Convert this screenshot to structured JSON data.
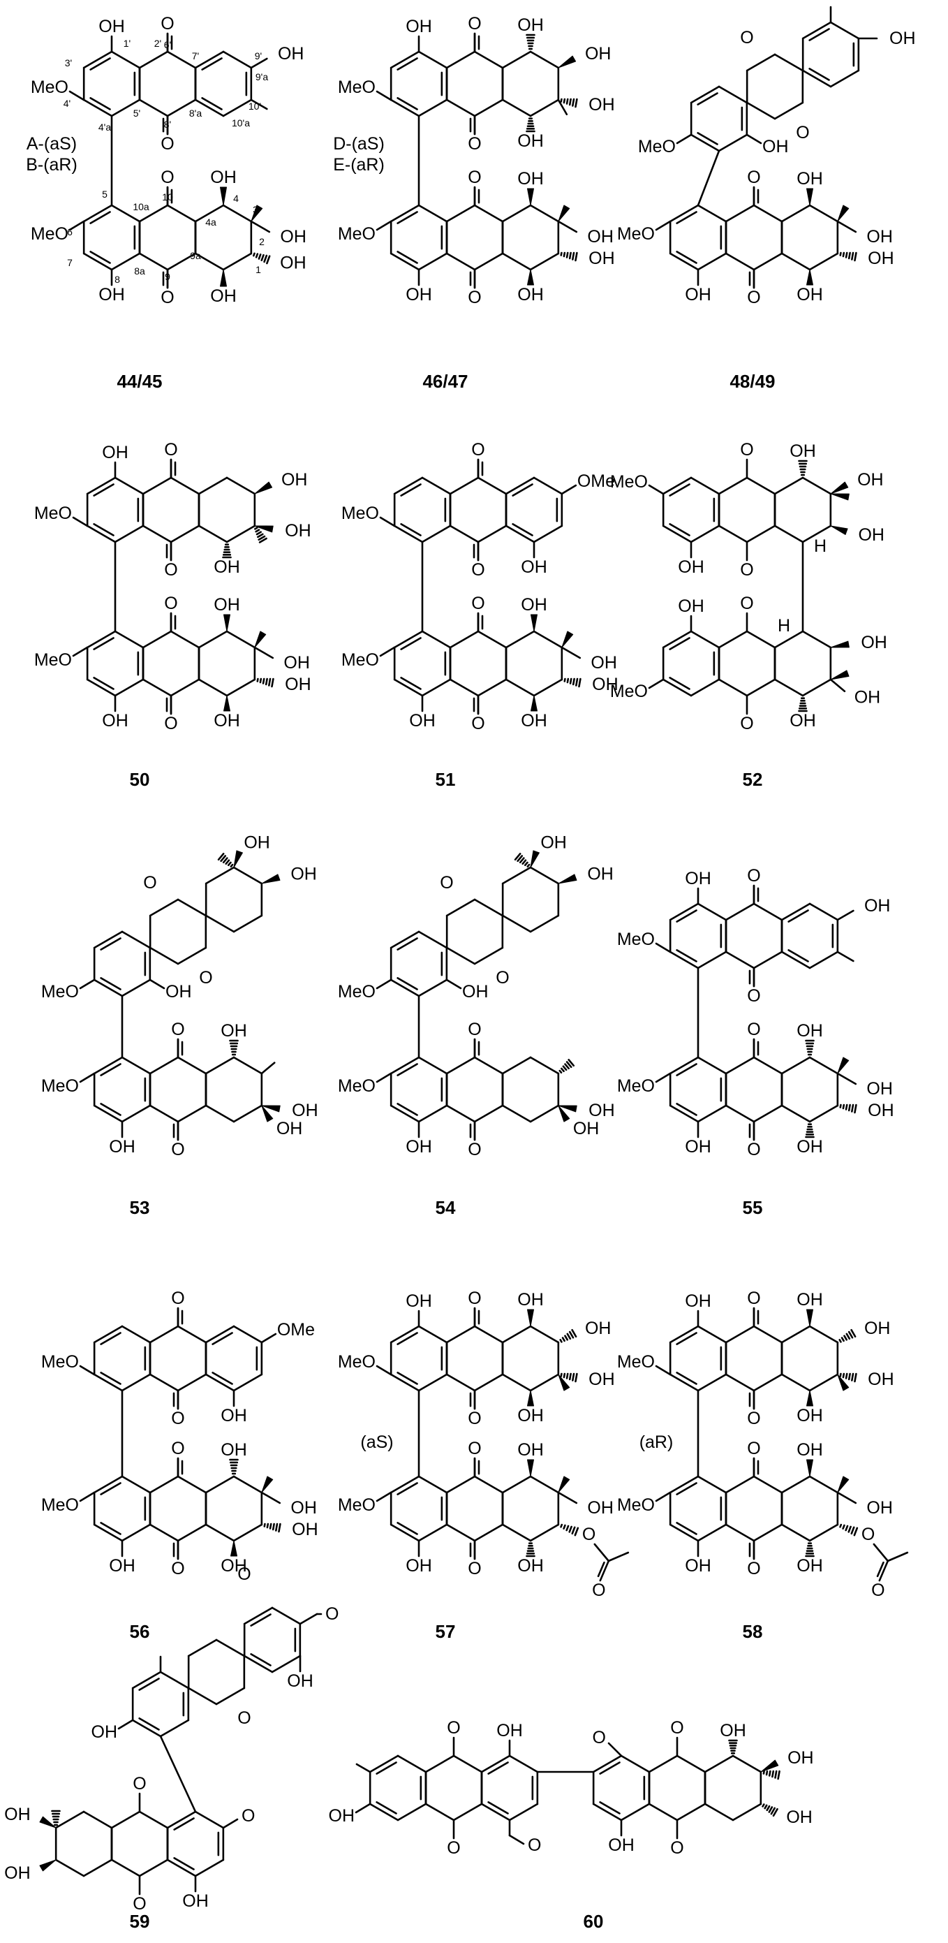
{
  "labels": {
    "OH": "OH",
    "MeO": "MeO",
    "OMe": "OMe",
    "O": "O",
    "H": "H"
  },
  "stereo_notes": {
    "s4445_a": "A-(aS)",
    "s4445_b": "B-(aR)",
    "s4647_a": "D-(aS)",
    "s4647_b": "E-(aR)",
    "s57": "(aS)",
    "s58": "(aR)"
  },
  "atom_numbering_44_45": [
    "1'",
    "2'",
    "3'",
    "4'",
    "4'a",
    "5'",
    "6'",
    "7'",
    "8'",
    "8'a",
    "9'",
    "9'a",
    "10'",
    "10'a",
    "1",
    "2",
    "3",
    "4",
    "4a",
    "5",
    "6",
    "7",
    "8",
    "8a",
    "9",
    "9a",
    "10",
    "10a"
  ],
  "compounds": [
    "44/45",
    "46/47",
    "48/49",
    "50",
    "51",
    "52",
    "53",
    "54",
    "55",
    "56",
    "57",
    "58",
    "59",
    "60"
  ]
}
